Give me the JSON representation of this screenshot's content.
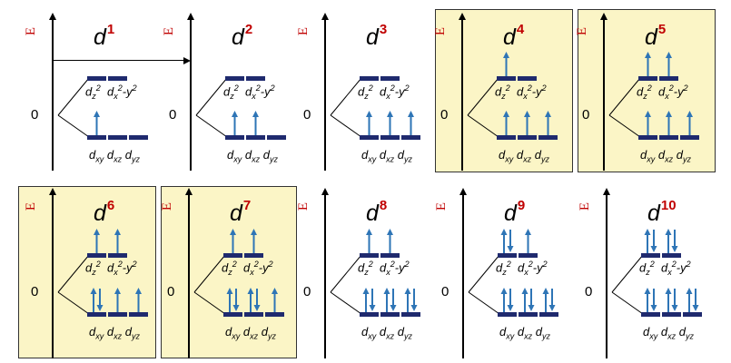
{
  "axis_label": "E",
  "zero_label": "0",
  "eg_labels": [
    "d",
    "z",
    "2",
    "d",
    "x",
    "2",
    "-y",
    "2"
  ],
  "t2g_labels": [
    "d",
    "xy",
    "d",
    "xz",
    "d",
    "yz"
  ],
  "colors": {
    "level": "#1f2a6e",
    "electron": "#2e75b6",
    "superscript": "#c00000",
    "highlight": "#fbf5c6"
  },
  "panels": [
    {
      "base": "d",
      "exp": "1",
      "t2g": [
        1,
        0,
        0
      ],
      "eg": [
        0,
        0
      ],
      "highlight": false
    },
    {
      "base": "d",
      "exp": "2",
      "t2g": [
        1,
        1,
        0
      ],
      "eg": [
        0,
        0
      ],
      "highlight": false
    },
    {
      "base": "d",
      "exp": "3",
      "t2g": [
        1,
        1,
        1
      ],
      "eg": [
        0,
        0
      ],
      "highlight": false
    },
    {
      "base": "d",
      "exp": "4",
      "t2g": [
        1,
        1,
        1
      ],
      "eg": [
        1,
        0
      ],
      "highlight": true
    },
    {
      "base": "d",
      "exp": "5",
      "t2g": [
        1,
        1,
        1
      ],
      "eg": [
        1,
        1
      ],
      "highlight": true
    },
    {
      "base": "d",
      "exp": "6",
      "t2g": [
        2,
        1,
        1
      ],
      "eg": [
        1,
        1
      ],
      "highlight": true
    },
    {
      "base": "d",
      "exp": "7",
      "t2g": [
        2,
        2,
        1
      ],
      "eg": [
        1,
        1
      ],
      "highlight": true
    },
    {
      "base": "d",
      "exp": "8",
      "t2g": [
        2,
        2,
        2
      ],
      "eg": [
        1,
        1
      ],
      "highlight": false
    },
    {
      "base": "d",
      "exp": "9",
      "t2g": [
        2,
        2,
        2
      ],
      "eg": [
        2,
        1
      ],
      "highlight": false
    },
    {
      "base": "d",
      "exp": "10",
      "t2g": [
        2,
        2,
        2
      ],
      "eg": [
        2,
        2
      ],
      "highlight": false
    }
  ]
}
